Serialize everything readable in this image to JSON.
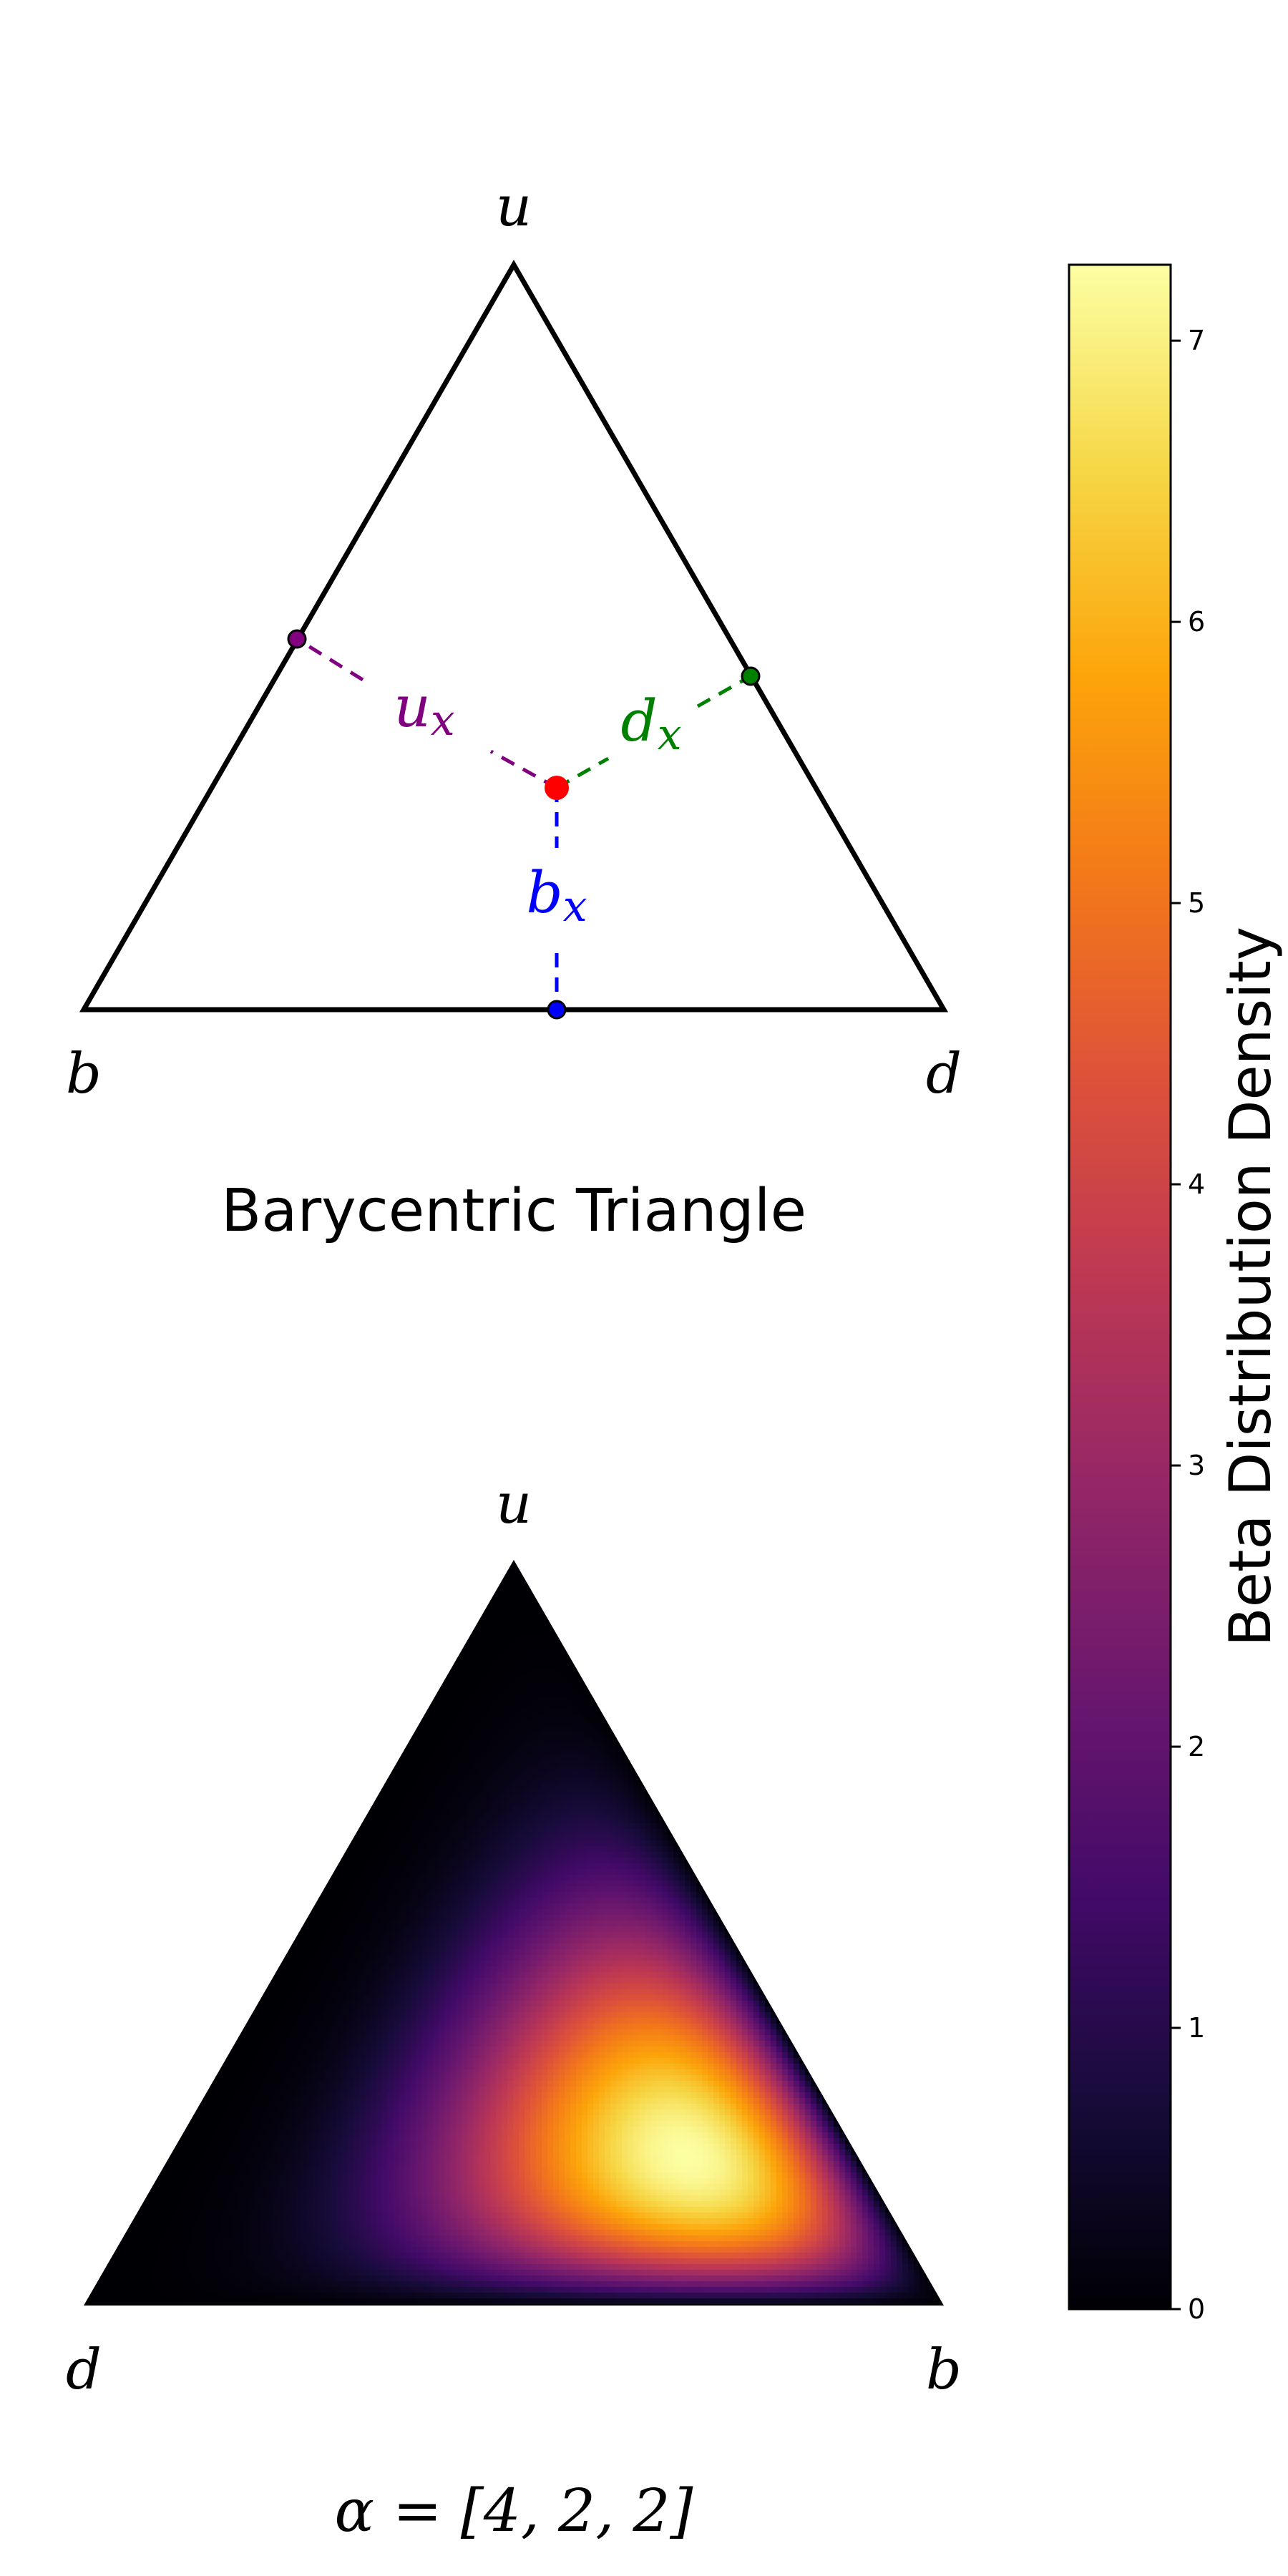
{
  "top_panel": {
    "vertex_labels": {
      "top": "u",
      "left": "b",
      "right": "d"
    },
    "component_labels": {
      "u": "u",
      "d": "d",
      "b": "b",
      "subscript": "x"
    },
    "title": "Barycentric Triangle",
    "colors": {
      "u": "#800080",
      "d": "#008000",
      "b": "#0000ff",
      "point": "#ff0000",
      "outline": "#000000"
    }
  },
  "bottom_panel": {
    "vertex_labels": {
      "top": "u",
      "left": "d",
      "right": "b"
    },
    "caption": "α = [4, 2, 2]",
    "alpha": [
      4,
      2,
      2
    ]
  },
  "colorbar": {
    "label": "Beta Distribution Density",
    "ticks": [
      "0",
      "1",
      "2",
      "3",
      "4",
      "5",
      "6",
      "7"
    ],
    "min": 0,
    "max": 7.27,
    "colormap": "inferno"
  }
}
